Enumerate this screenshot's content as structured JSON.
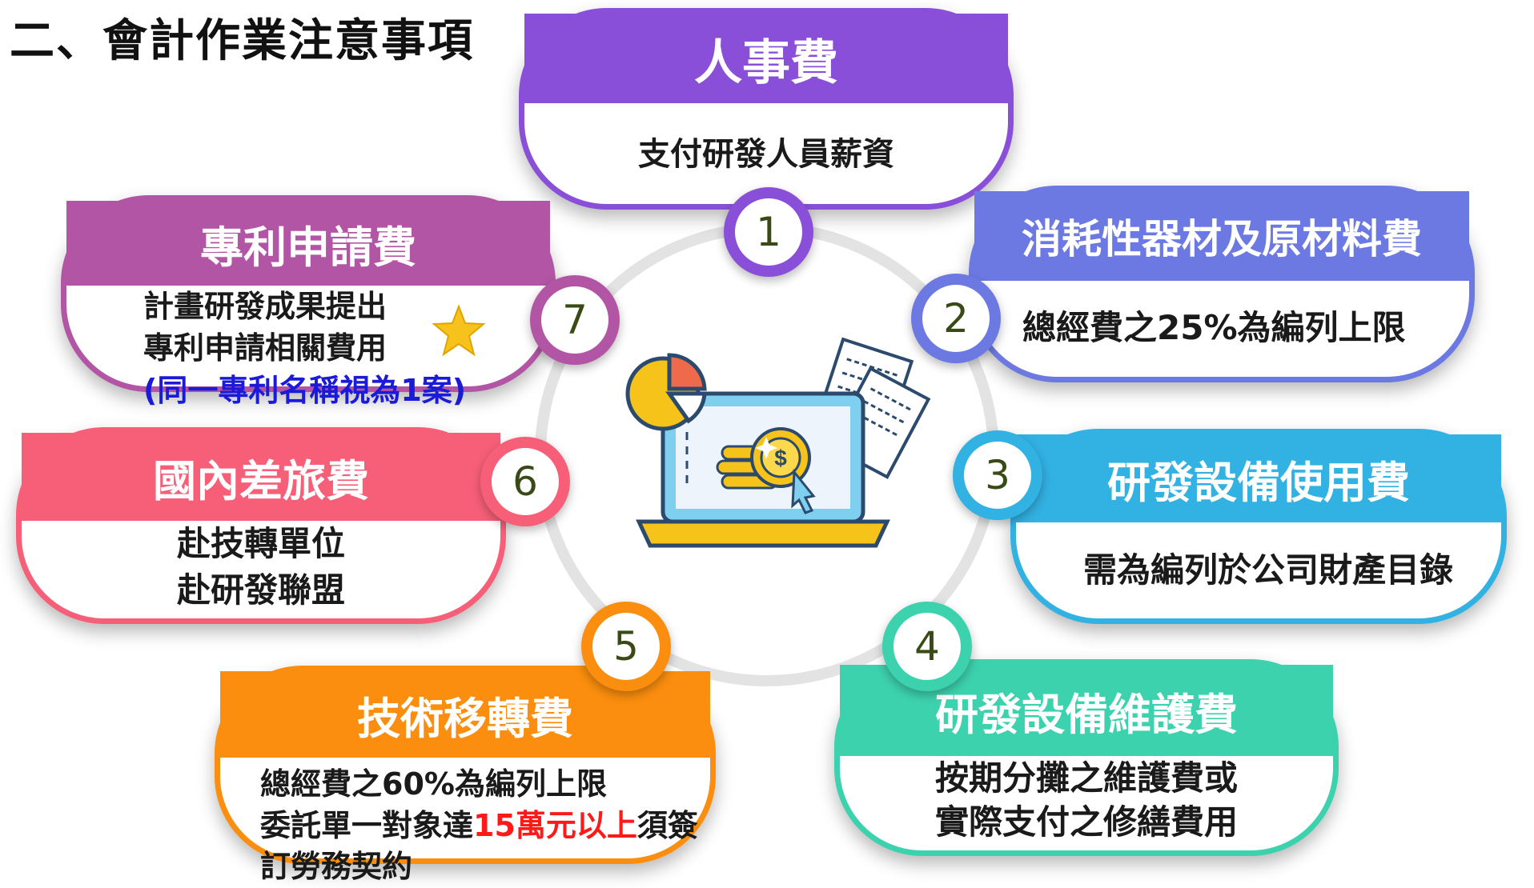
{
  "page": {
    "title": "二、會計作業注意事項"
  },
  "items": [
    {
      "num": "1",
      "title": "人事費",
      "lines": [
        "支付研發人員薪資"
      ],
      "color": "#8a4fd8"
    },
    {
      "num": "2",
      "title": "消耗性器材及原材料費",
      "lines": [
        "總經費之25%為編列上限"
      ],
      "color": "#6c79e2"
    },
    {
      "num": "3",
      "title": "研發設備使用費",
      "lines": [
        "需為編列於公司財產目錄"
      ],
      "color": "#32b1e3"
    },
    {
      "num": "4",
      "title": "研發設備維護費",
      "lines": [
        "按期分攤之維護費或",
        "實際支付之修繕費用"
      ],
      "color": "#3dd2ae"
    },
    {
      "num": "5",
      "title": "技術移轉費",
      "lines": [
        "總經費之60%為編列上限",
        "委託單一對象達",
        "15萬元以上",
        "須簽",
        "訂勞務契約"
      ],
      "color": "#fb8e0e"
    },
    {
      "num": "6",
      "title": "國內差旅費",
      "lines": [
        "赴技轉單位",
        "赴研發聯盟"
      ],
      "color": "#f75f78"
    },
    {
      "num": "7",
      "title": "專利申請費",
      "lines": [
        "計畫研發成果提出",
        "專利申請相關費用",
        "(同一專利名稱視為1案)"
      ],
      "color": "#b355a5"
    }
  ],
  "icons": {
    "center": "laptop-finance-icon",
    "star": "star-icon"
  }
}
